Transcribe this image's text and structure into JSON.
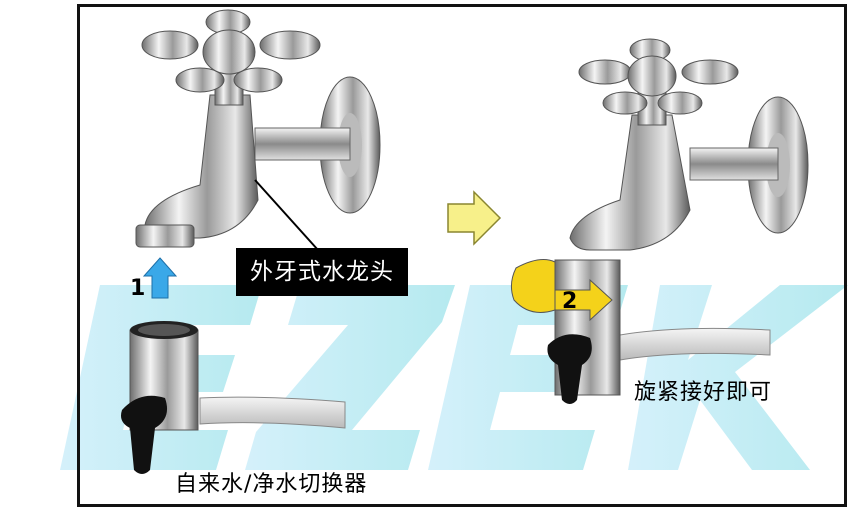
{
  "watermark": {
    "text": "EZEK",
    "color": "#b8ecf3"
  },
  "labels": {
    "faucet_type": "外牙式水龙头",
    "tighten": "旋紧接好即可",
    "switch": "自来水/净水切换器"
  },
  "steps": {
    "step1": "1",
    "step2": "2"
  },
  "colors": {
    "arrow_blue": "#3aa8e8",
    "arrow_yellow": "#f7f08a",
    "rotate_yellow": "#f4d21a"
  },
  "icons": {
    "up_arrow": "up-arrow-icon",
    "right_arrow": "right-arrow-icon",
    "rotate": "rotate-arrow-icon"
  }
}
